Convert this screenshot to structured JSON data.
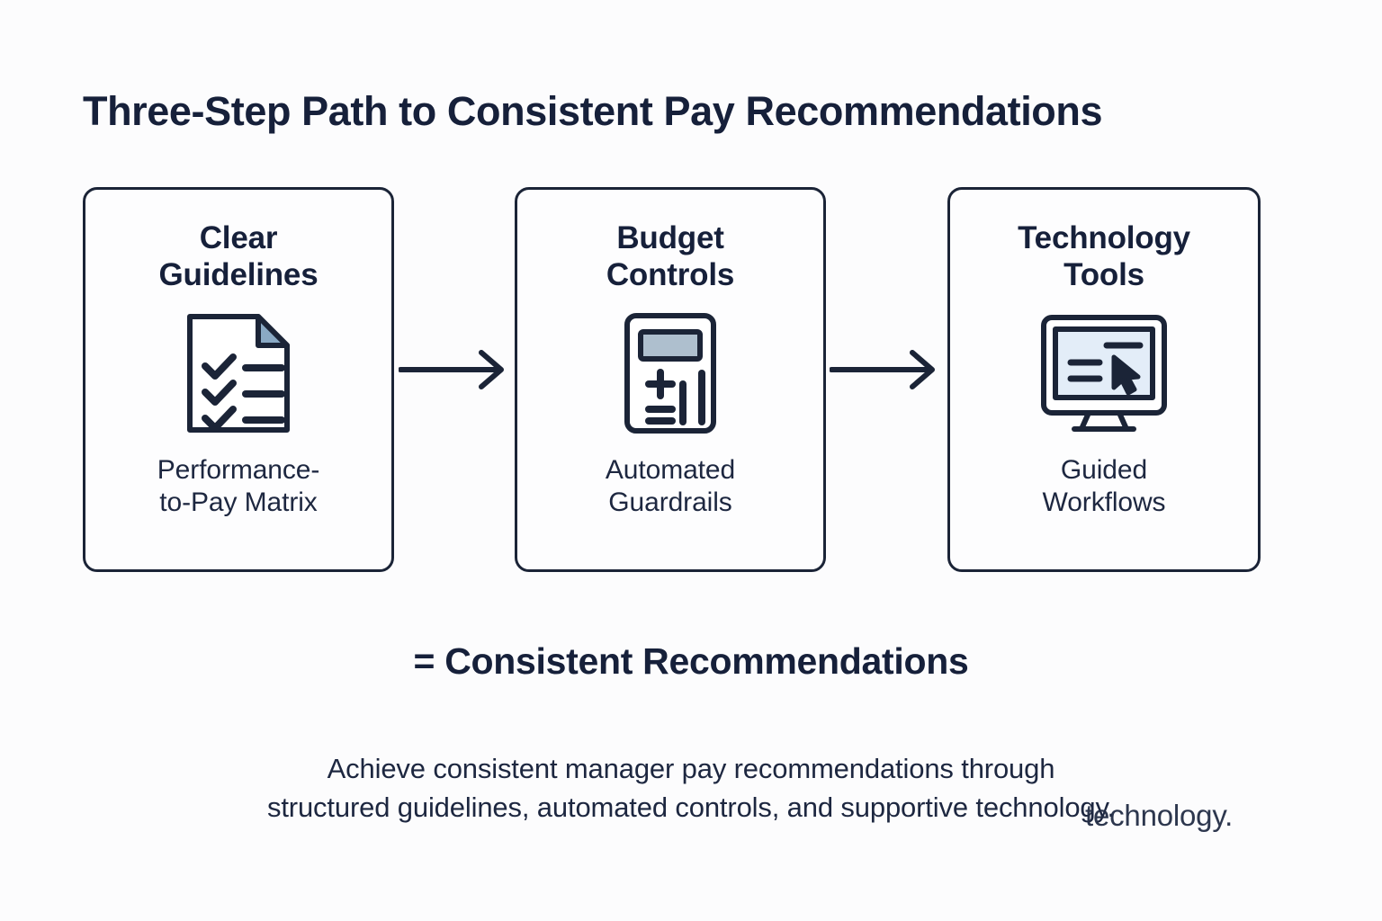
{
  "page": {
    "title": "Three-Step Path to Consistent Pay Recommendations",
    "background_color": "#fcfcfd",
    "ink_color": "#16203a",
    "accent_blue": "#8aa9c4",
    "screen_blue": "#e3edf8"
  },
  "steps": [
    {
      "title": "Clear\nGuidelines",
      "title_line1": "Clear",
      "title_line2": "Guidelines",
      "icon": "checklist-document-icon",
      "caption_line1": "Performance-",
      "caption_line2": "to-Pay Matrix"
    },
    {
      "title": "Budget\nControls",
      "title_line1": "Budget",
      "title_line2": "Controls",
      "icon": "calculator-icon",
      "caption_line1": "Automated",
      "caption_line2": "Guardrails"
    },
    {
      "title": "Technology\nTools",
      "title_line1": "Technology",
      "title_line2": "Tools",
      "icon": "monitor-cursor-icon",
      "caption_line1": "Guided",
      "caption_line2": "Workflows"
    }
  ],
  "connectors": [
    {
      "name": "arrow-right-icon",
      "from": "Clear Guidelines",
      "to": "Budget Controls"
    },
    {
      "name": "arrow-right-icon",
      "from": "Budget Controls",
      "to": "Technology Tools"
    }
  ],
  "result": {
    "text": "= Consistent Recommendations"
  },
  "summary": {
    "line1": "Achieve consistent manager pay recommendations through",
    "line2": "structured guidelines, automated controls, and supportive technology."
  },
  "watermark": {
    "text": "technology."
  }
}
